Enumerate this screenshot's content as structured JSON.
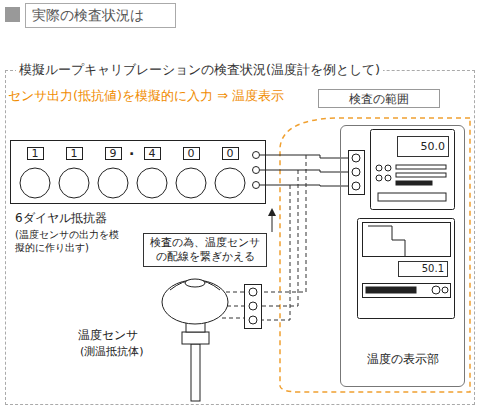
{
  "diagram": {
    "title": "実際の検査状況は",
    "nodes": [
      {
        "text": [
          "模擬ループキャリブレーションの検査状況(温度計を例として)"
        ]
      },
      {
        "text": [
          "検査の範囲"
        ],
        "in": 0
      },
      {
        "text": [
          "6ダイヤル抵抗器",
          "(温度センサの出力を模擬的に作り出す)"
        ],
        "in": 0
      },
      {
        "text": [
          "1"
        ],
        "in": 2
      },
      {
        "text": [
          "1"
        ],
        "in": 2
      },
      {
        "text": [
          "9"
        ],
        "in": 2
      },
      {
        "text": [
          "4"
        ],
        "in": 2
      },
      {
        "text": [
          "0"
        ],
        "in": 2
      },
      {
        "text": [
          "0"
        ],
        "in": 2
      },
      {
        "text": [
          "温度の表示部"
        ],
        "in": 0
      },
      {
        "text": [
          "50.0"
        ],
        "in": 9
      },
      {
        "text": [
          "50.1"
        ],
        "in": 9
      },
      {
        "text": [
          "検査の為、温度センサの配線を繋ぎかえる"
        ],
        "in": 0
      }
    ],
    "edges": [
      {
        "from": 2,
        "to": 9,
        "arrow": "none"
      }
    ],
    "labels": [
      "センサ出力(抵抗値)を模擬的に入力 ⇒ 温度表示",
      ".",
      "温度センサ",
      "(測温抵抗体)"
    ]
  }
}
